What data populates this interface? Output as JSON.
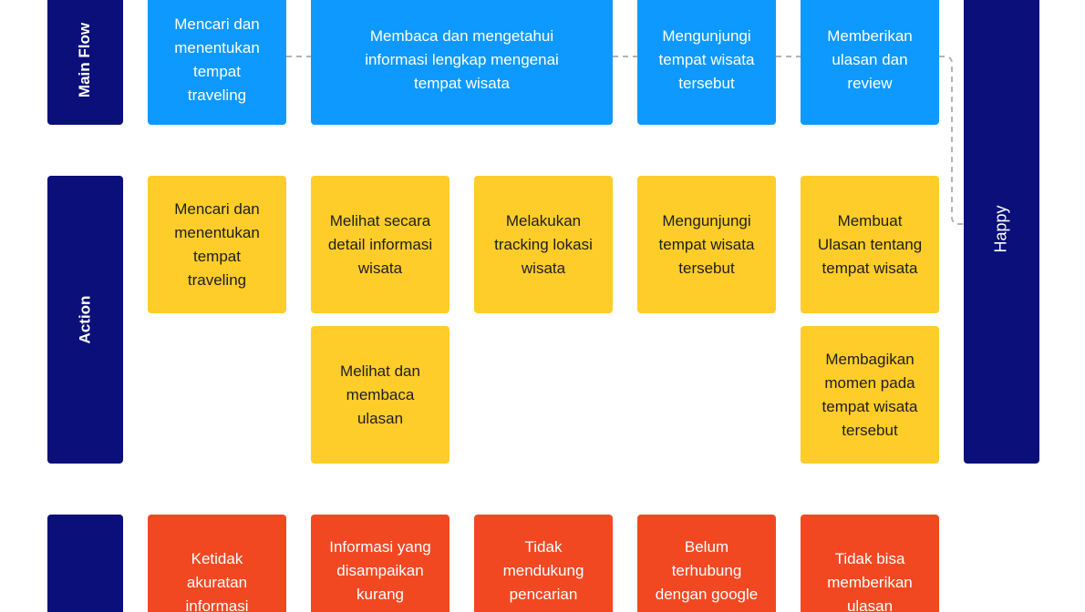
{
  "rows": {
    "main_flow": "Main Flow",
    "action": "Action",
    "pain": "",
    "happy": "Happy"
  },
  "main_flow": [
    "Mencari dan\nmenentukan\ntempat\ntraveling",
    "Membaca dan mengetahui\ninformasi lengkap mengenai\ntempat wisata",
    "Mengunjungi\ntempat wisata\ntersebut",
    "Memberikan\nulasan dan\nreview"
  ],
  "actions": [
    "Mencari dan\nmenentukan\ntempat\ntraveling",
    "Melihat secara\ndetail informasi\nwisata",
    "Melakukan\ntracking lokasi\nwisata",
    "Mengunjungi\ntempat wisata\ntersebut",
    "Membuat\nUlasan tentang\ntempat wisata",
    "Melihat dan\nmembaca\nulasan",
    "Membagikan\nmomen pada\ntempat wisata\ntersebut"
  ],
  "pain_points": [
    "Ketidak\nakuratan\ninformasi",
    "Informasi yang\ndisampaikan\nkurang",
    "Tidak\nmendukung\npencarian",
    "Belum\nterhubung\ndengan google",
    "Tidak bisa\nmemberikan\nulasan"
  ],
  "colors": {
    "label_bg": "#0a0f7a",
    "main_flow": "#0d99ff",
    "action": "#ffcd29",
    "pain": "#f24822",
    "connector": "#b3b3b3"
  }
}
